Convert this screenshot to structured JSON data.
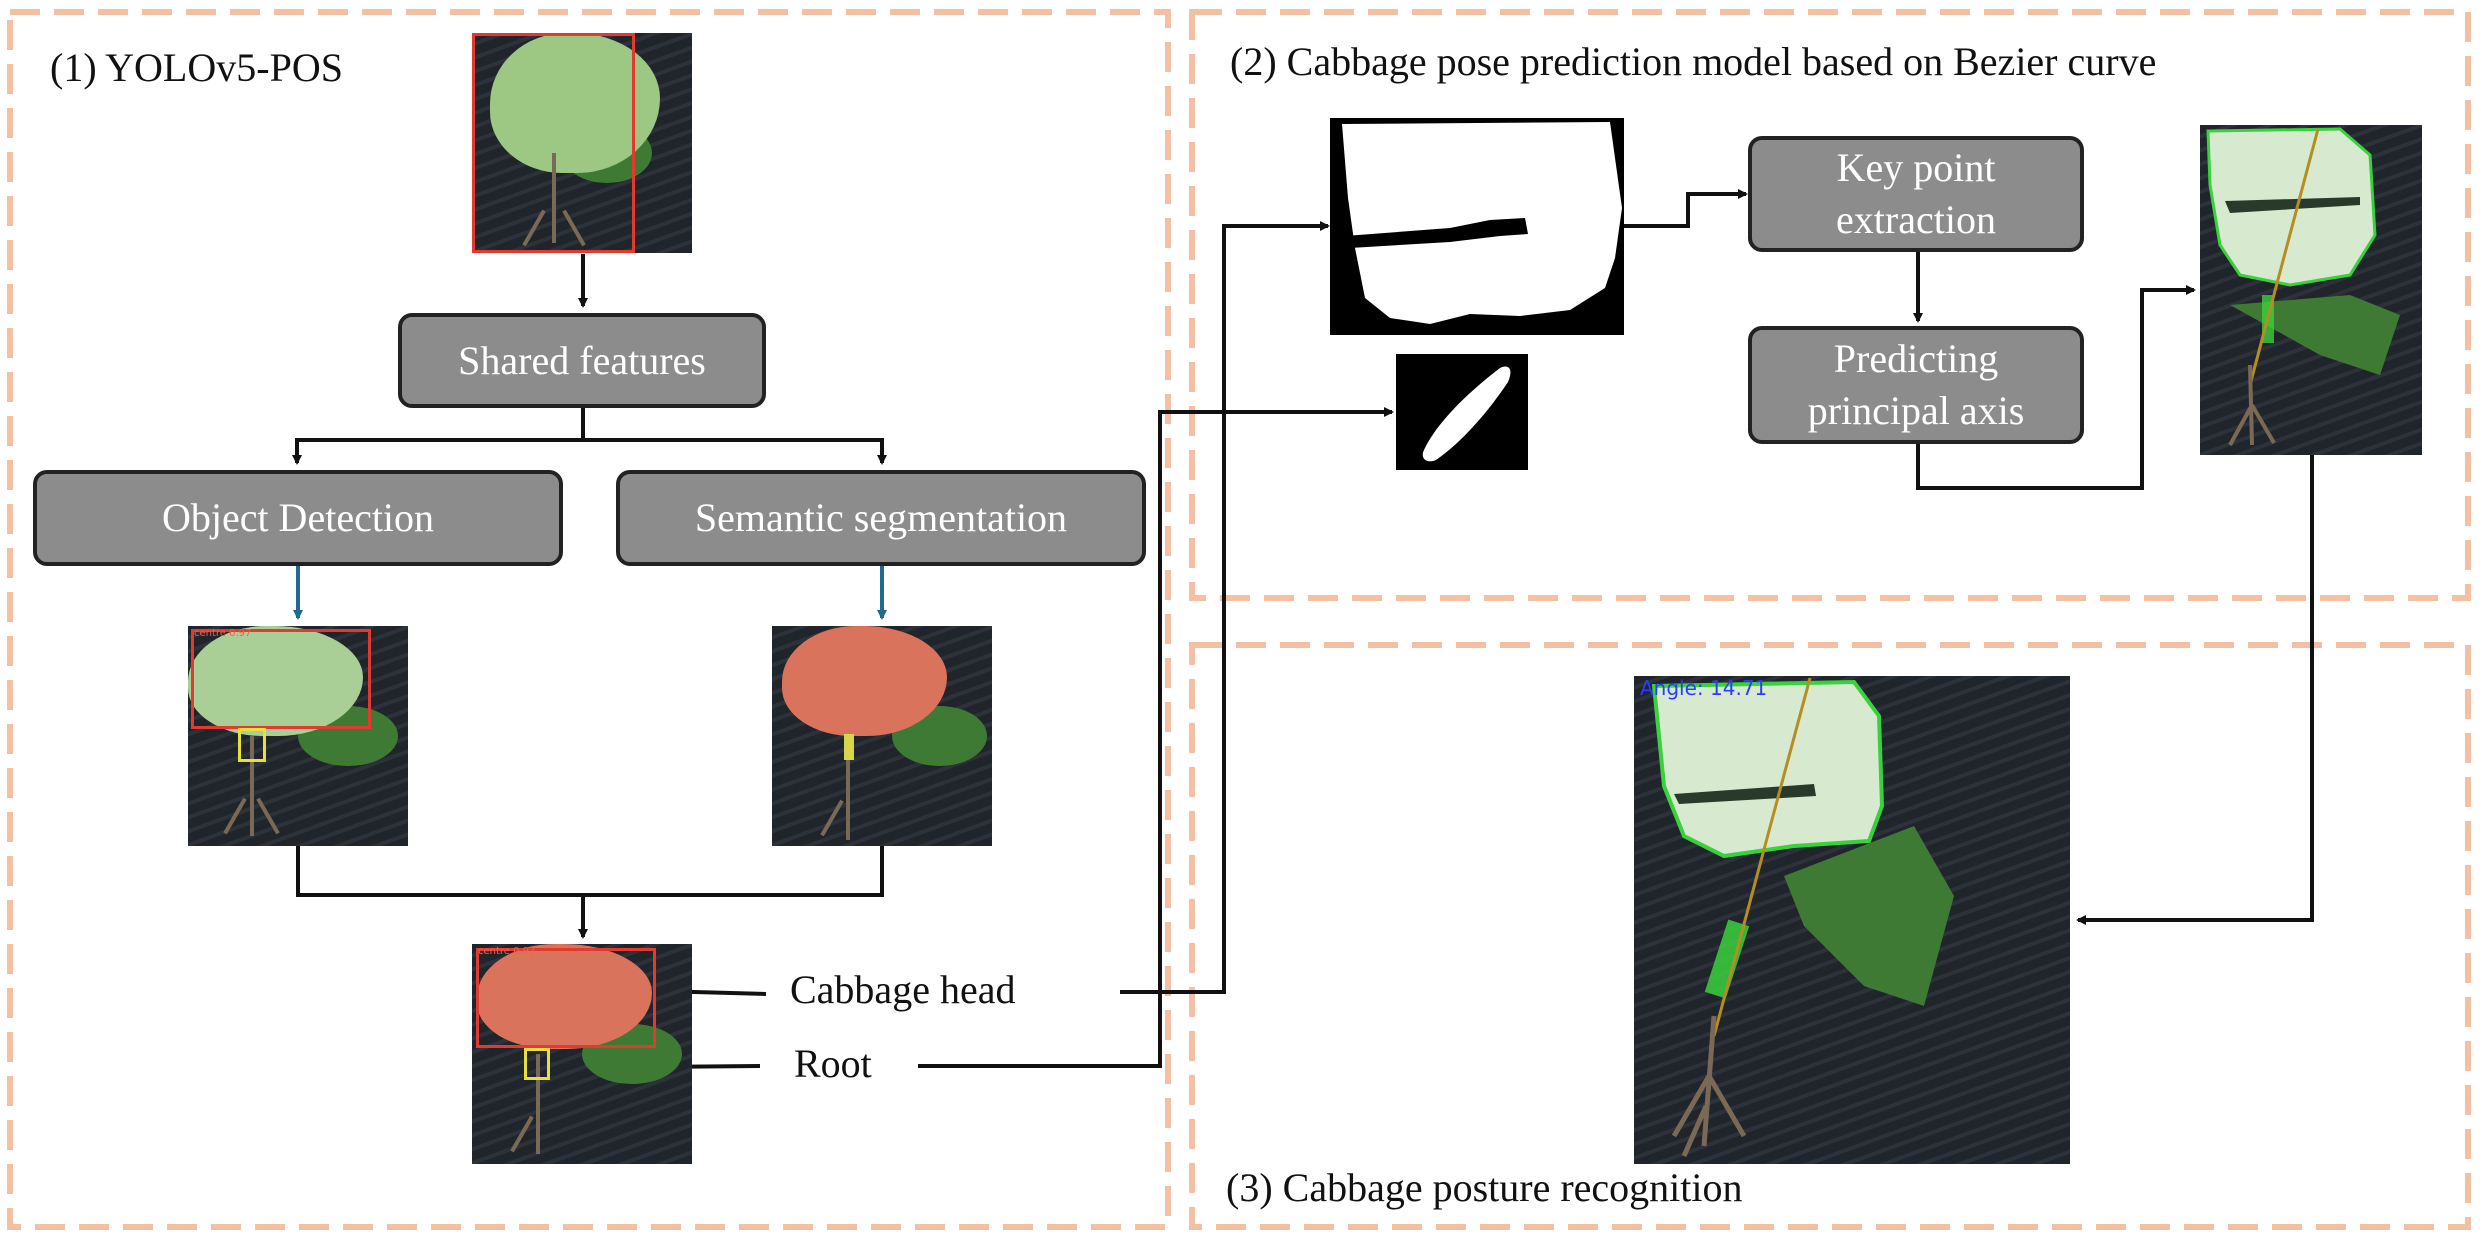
{
  "panels": {
    "p1": "(1) YOLOv5-POS",
    "p2": "(2) Cabbage pose prediction model based on Bezier curve",
    "p3": "(3) Cabbage posture recognition"
  },
  "boxes": {
    "shared": "Shared features",
    "detection": "Object Detection",
    "segmentation": "Semantic segmentation",
    "keypoint": "Key point extraction",
    "axis": "Predicting principal axis"
  },
  "labels": {
    "head": "Cabbage head",
    "root": "Root"
  },
  "image_text": {
    "centre_tag": "centre 0.97",
    "angle": "Angle: 14.71"
  },
  "colors": {
    "panel_border": "#f4c0a3",
    "box_fill": "#8c8c8c",
    "seg_arrow": "#1f6a8f",
    "detect_box": "#e23a2f",
    "root_box": "#e8df40",
    "contour": "#39d13c",
    "axis_line": "#b58d22"
  }
}
